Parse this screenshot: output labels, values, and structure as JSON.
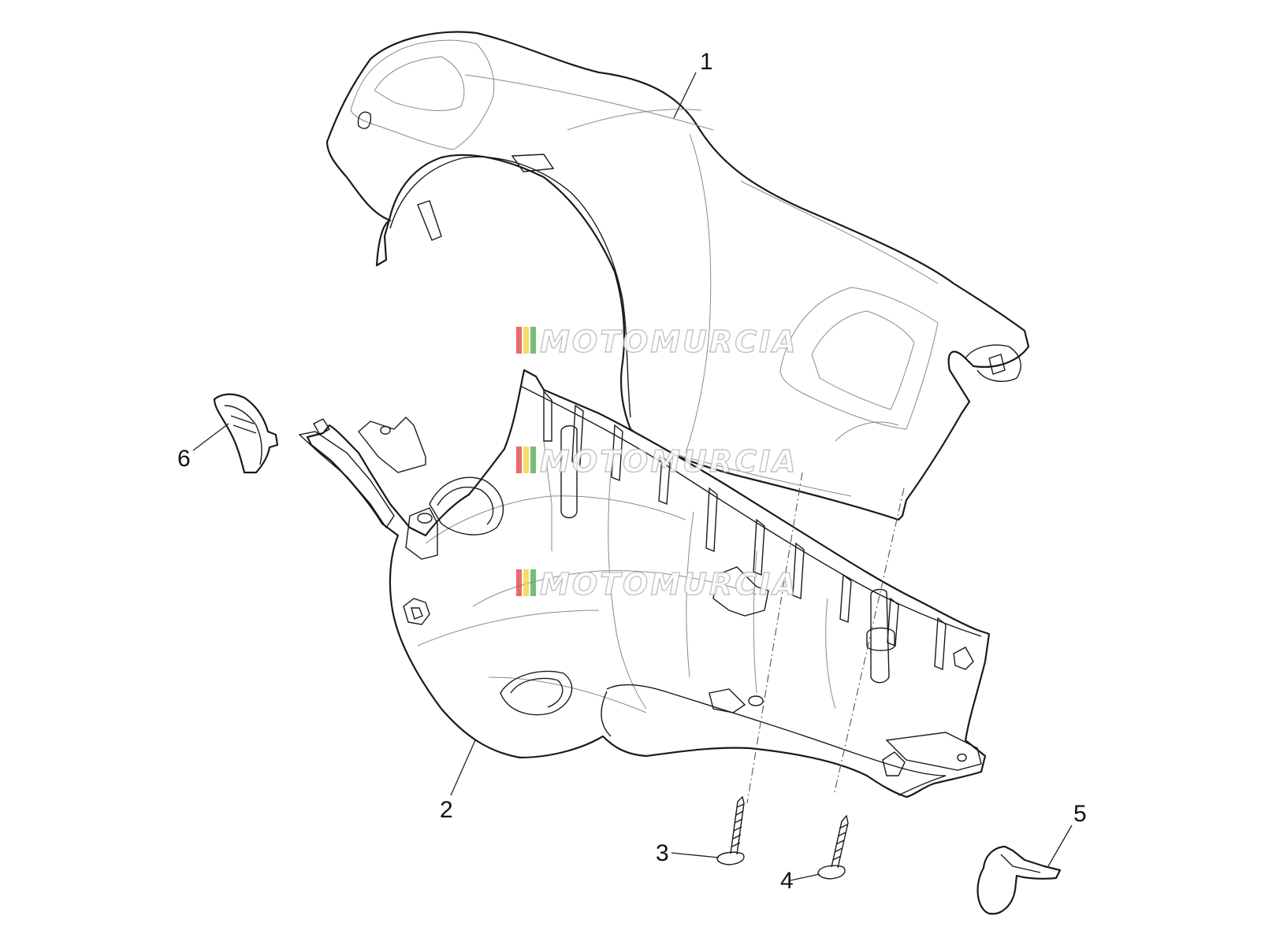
{
  "watermark": {
    "text": "MOTOMURCIA",
    "stripe_colors": [
      "#e23b3b",
      "#f2cf3a",
      "#47a84b"
    ]
  },
  "callouts": [
    "1",
    "2",
    "3",
    "4",
    "5",
    "6"
  ],
  "parts": [
    {
      "id": "1",
      "name": "upper handlebar cover"
    },
    {
      "id": "2",
      "name": "lower handlebar cover"
    },
    {
      "id": "3",
      "name": "screw"
    },
    {
      "id": "4",
      "name": "screw"
    },
    {
      "id": "5",
      "name": "cap"
    },
    {
      "id": "6",
      "name": "cap"
    }
  ]
}
